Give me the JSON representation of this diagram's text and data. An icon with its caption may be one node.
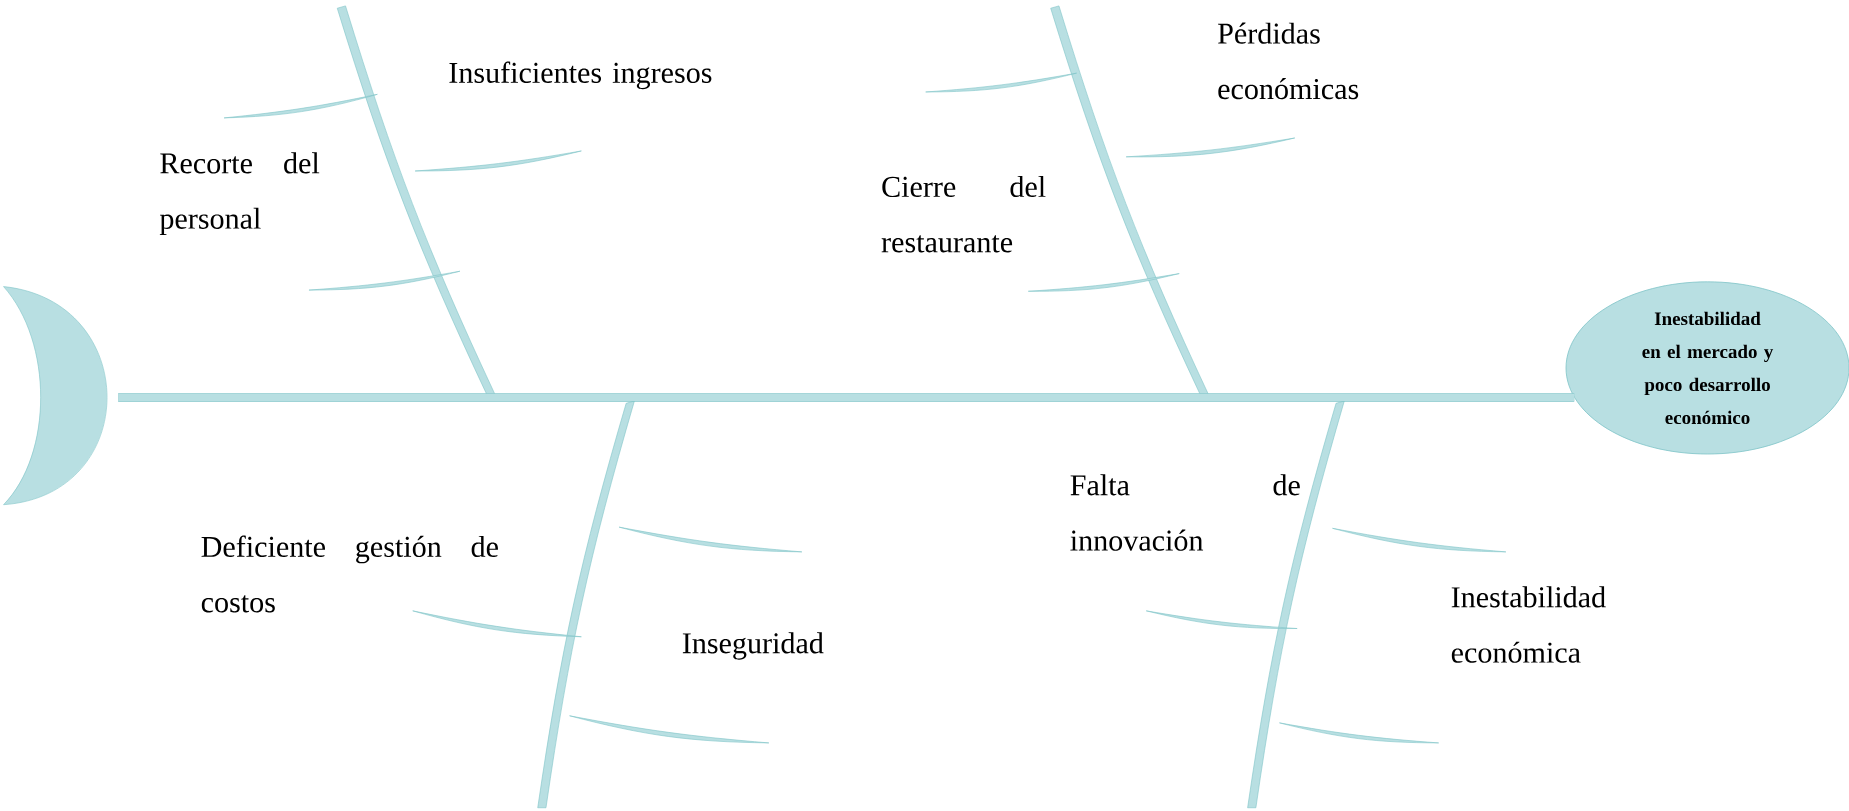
{
  "diagram": {
    "nodes": [
      {
        "text": [],
        "shape": "crescent"
      },
      {
        "text": [
          "Inestabilidad en el mercado y poco desarrollo económico"
        ]
      }
    ],
    "edges": [
      {
        "from": 0,
        "to": 1,
        "arrow": "none"
      }
    ],
    "labels": [
      "Pérdidas económicas",
      "Insuficientes ingresos",
      "Recorte del personal",
      "Cierre del restaurante",
      "Falta de innovación",
      "Deficiente gestión de costos",
      "Inestabilidad económica",
      "Inseguridad"
    ]
  }
}
